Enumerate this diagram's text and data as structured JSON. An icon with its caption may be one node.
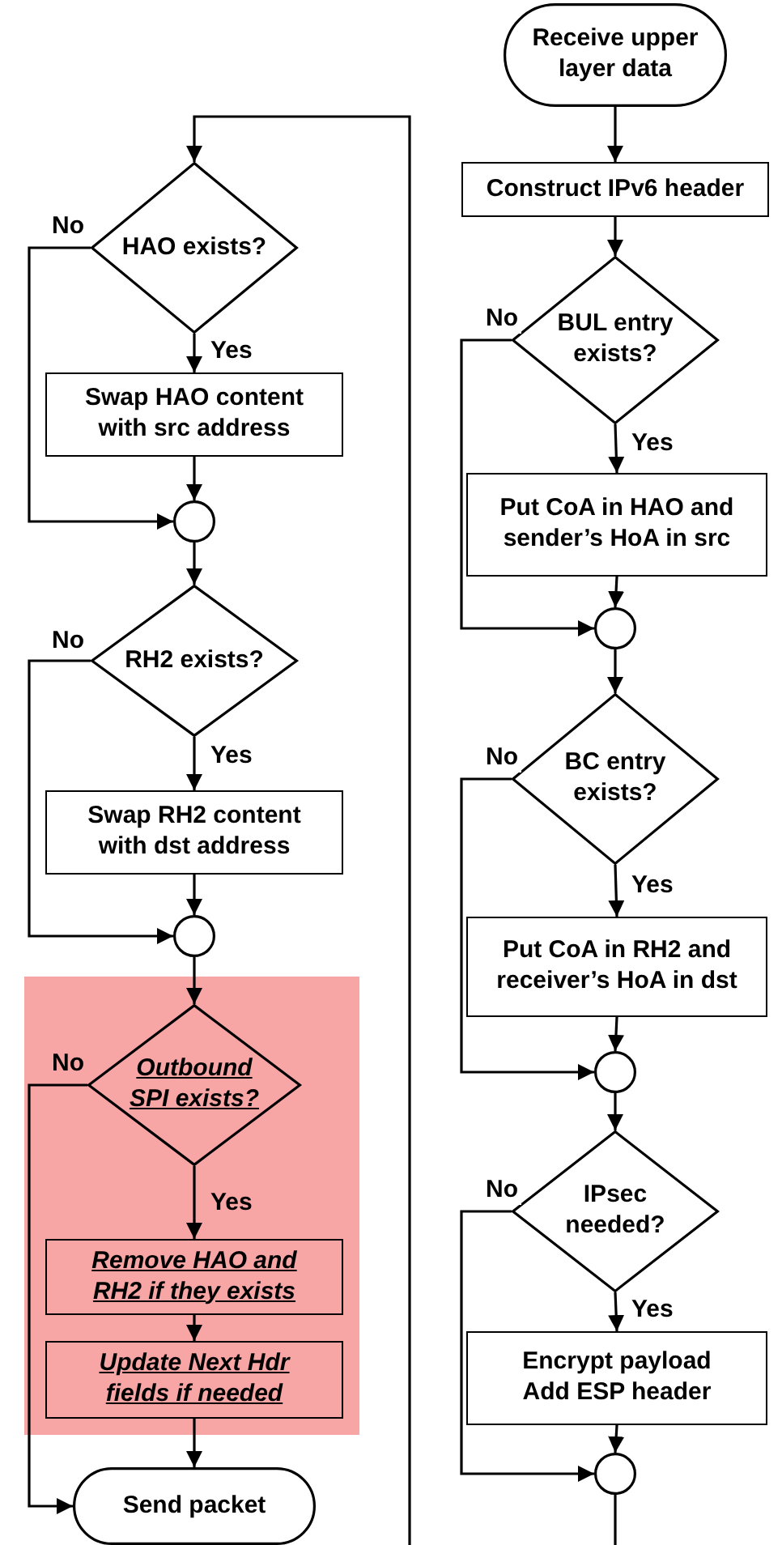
{
  "diagram": {
    "nodes": [
      {
        "text": [
          "HAO exists?"
        ]
      },
      {
        "text": [
          "Swap HAO content with src address"
        ]
      },
      {
        "text": [],
        "shape": "circle"
      },
      {
        "text": [
          "RH2 exists?"
        ]
      },
      {
        "text": [
          "Swap RH2 content with dst address"
        ]
      },
      {
        "text": [],
        "shape": "circle"
      },
      {
        "text": [
          "Outbound SPI exists?"
        ]
      },
      {
        "text": [
          "Remove HAO and RH2 if they exists"
        ]
      },
      {
        "text": [
          "Update Next Hdr fields if needed"
        ]
      },
      {
        "text": [
          "Send packet"
        ]
      },
      {
        "text": [
          "Receive upper layer data"
        ]
      },
      {
        "text": [
          "Construct IPv6 header"
        ]
      },
      {
        "text": [
          "BUL entry exists?"
        ]
      },
      {
        "text": [
          "Put CoA in HAO and sender’s HoA in src"
        ]
      },
      {
        "text": [],
        "shape": "circle"
      },
      {
        "text": [
          "BC entry exists?"
        ]
      },
      {
        "text": [
          "Put CoA in RH2 and receiver’s HoA in dst"
        ]
      },
      {
        "text": [],
        "shape": "circle"
      },
      {
        "text": [
          "IPsec needed?"
        ]
      },
      {
        "text": [
          "Encrypt payload Add ESP header"
        ]
      },
      {
        "text": [],
        "shape": "circle"
      }
    ],
    "edges": [
      {
        "from": null,
        "to": 0,
        "arrow": "to"
      },
      {
        "from": 0,
        "to": 1,
        "arrow": "to",
        "label": "Yes"
      },
      {
        "from": 0,
        "to": 2,
        "arrow": "to",
        "label": "No"
      },
      {
        "from": 1,
        "to": 2,
        "arrow": "to"
      },
      {
        "from": 2,
        "to": 3,
        "arrow": "to"
      },
      {
        "from": 3,
        "to": 4,
        "arrow": "to",
        "label": "Yes"
      },
      {
        "from": 3,
        "to": 5,
        "arrow": "to",
        "label": "No"
      },
      {
        "from": 4,
        "to": 5,
        "arrow": "to"
      },
      {
        "from": 5,
        "to": 6,
        "arrow": "to"
      },
      {
        "from": 6,
        "to": 7,
        "arrow": "to",
        "label": "Yes"
      },
      {
        "from": 6,
        "to": 9,
        "arrow": "to",
        "label": "No"
      },
      {
        "from": 7,
        "to": 8,
        "arrow": "to"
      },
      {
        "from": 8,
        "to": 9,
        "arrow": "to"
      },
      {
        "from": 10,
        "to": 11,
        "arrow": "to"
      },
      {
        "from": 11,
        "to": 12,
        "arrow": "to"
      },
      {
        "from": 12,
        "to": 13,
        "arrow": "to",
        "label": "Yes"
      },
      {
        "from": 12,
        "to": 14,
        "arrow": "to",
        "label": "No"
      },
      {
        "from": 13,
        "to": 14,
        "arrow": "to"
      },
      {
        "from": 14,
        "to": 15,
        "arrow": "to"
      },
      {
        "from": 15,
        "to": 16,
        "arrow": "to",
        "label": "Yes"
      },
      {
        "from": 15,
        "to": 17,
        "arrow": "to",
        "label": "No"
      },
      {
        "from": 16,
        "to": 17,
        "arrow": "to"
      },
      {
        "from": 17,
        "to": 18,
        "arrow": "to"
      },
      {
        "from": 18,
        "to": 19,
        "arrow": "to",
        "label": "Yes"
      },
      {
        "from": 18,
        "to": 20,
        "arrow": "to",
        "label": "No"
      },
      {
        "from": 19,
        "to": 20,
        "arrow": "to"
      },
      {
        "from": 20,
        "to": null,
        "arrow": "none"
      }
    ]
  }
}
